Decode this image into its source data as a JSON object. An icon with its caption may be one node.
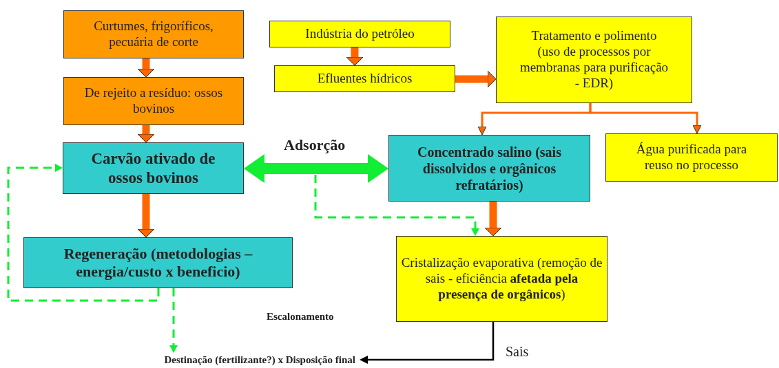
{
  "diagram": {
    "nodes": [
      {
        "text": [
          "Curtumes, frigoríficos, pecuária de corte"
        ]
      },
      {
        "text": [
          "De rejeito a resíduo: ossos bovinos"
        ]
      },
      {
        "text": [
          "Carvão ativado de ossos bovinos"
        ]
      },
      {
        "text": [
          "Indústria do petróleo"
        ]
      },
      {
        "text": [
          "Efluentes hídricos"
        ]
      },
      {
        "text": [
          "Tratamento e polimento (uso de processos por membranas para purificação - EDR)"
        ]
      },
      {
        "text": [
          "Concentrado salino (sais dissolvidos e orgânicos refratários)"
        ]
      },
      {
        "text": [
          "Água purificada para reuso no processo"
        ]
      },
      {
        "text": [
          "Regeneração (metodologias – energia/custo x beneficio)"
        ]
      },
      {
        "text": [
          "Cristalização evaporativa (remoção de sais - eficiência **afetada pela presença de orgânicos**)"
        ]
      },
      {
        "text": [
          "Destinação (fertilizante?) x Disposição final"
        ]
      }
    ],
    "edges": [
      {
        "from": 0,
        "to": 1,
        "arrow": "to"
      },
      {
        "from": 1,
        "to": 2,
        "arrow": "to"
      },
      {
        "from": 3,
        "to": 4,
        "arrow": "to"
      },
      {
        "from": 4,
        "to": 5,
        "arrow": "to"
      },
      {
        "from": 5,
        "to": 6,
        "arrow": "to"
      },
      {
        "from": 5,
        "to": 7,
        "arrow": "to"
      },
      {
        "from": 2,
        "to": 6,
        "arrow": "both",
        "label": "Adsorção",
        "color": "#11ee33"
      },
      {
        "from": 2,
        "to": 8,
        "arrow": "to"
      },
      {
        "from": 6,
        "to": 9,
        "arrow": "to"
      },
      {
        "from": 9,
        "to": 10,
        "arrow": "to",
        "label": "Sais",
        "color": "#000000"
      },
      {
        "from": 8,
        "to": 2,
        "arrow": "to",
        "style": "dashed",
        "color": "#11ee33"
      },
      {
        "from": 8,
        "to": 10,
        "arrow": "to",
        "style": "dashed",
        "color": "#11ee33"
      },
      {
        "from": null,
        "to": 9,
        "arrow": "to",
        "style": "dashed",
        "color": "#11ee33"
      }
    ],
    "labels": [
      "Escalonamento"
    ]
  }
}
